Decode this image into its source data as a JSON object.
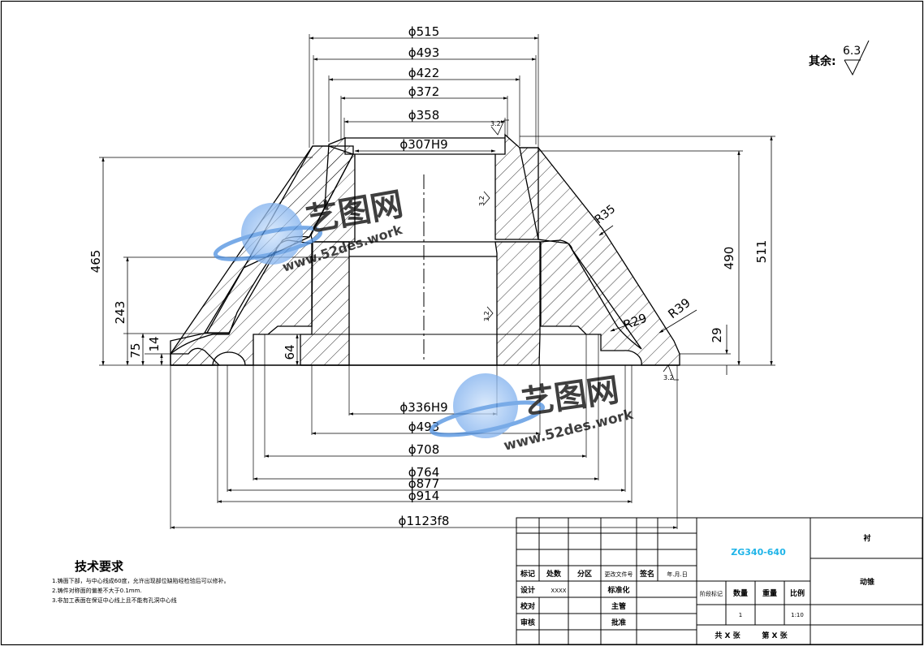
{
  "surface_finish_note": {
    "label": "其余:",
    "value": "6.3"
  },
  "top_dimensions": [
    "ϕ515",
    "ϕ493",
    "ϕ422",
    "ϕ372",
    "ϕ358",
    "ϕ307H9"
  ],
  "bottom_dimensions": [
    "ϕ336H9",
    "ϕ493",
    "ϕ708",
    "ϕ764",
    "ϕ877",
    "ϕ914",
    "ϕ1123f8"
  ],
  "left_dimensions": [
    "465",
    "243",
    "75",
    "14",
    "64"
  ],
  "right_dimensions": [
    "490",
    "511",
    "29"
  ],
  "radius_labels": [
    "R35",
    "R29",
    "R39"
  ],
  "roughness_marks": [
    "3.2",
    "3.2",
    "3.2",
    "3.2"
  ],
  "tech_requirements": {
    "title": "技术要求",
    "items": [
      "1.铸面下部，与中心线成60度，允许出现部位缺陷经检验后可以修补。",
      "2.铸件对称面的偏差不大于0.1mm.",
      "3.非加工表面在保证中心线上且不能有孔洞中心线"
    ]
  },
  "title_block": {
    "material": "ZG340-640",
    "part_name": "衬",
    "drawing_no": "动锥",
    "rev_headers": [
      "标记",
      "处数",
      "分区",
      "更改文件号",
      "签名",
      "年.月.日"
    ],
    "roles": [
      "设计",
      "校对",
      "审核",
      "标准化",
      "主管",
      "批准"
    ],
    "designer": "XXXX",
    "stage_headers": [
      "阶段标记",
      "数量",
      "重量",
      "比例"
    ],
    "quantity": "1",
    "scale": "1:10",
    "sheet_info": [
      "共 X 张",
      "第 X 张"
    ]
  },
  "watermark": {
    "name": "艺图网",
    "url": "www.52des.work"
  }
}
